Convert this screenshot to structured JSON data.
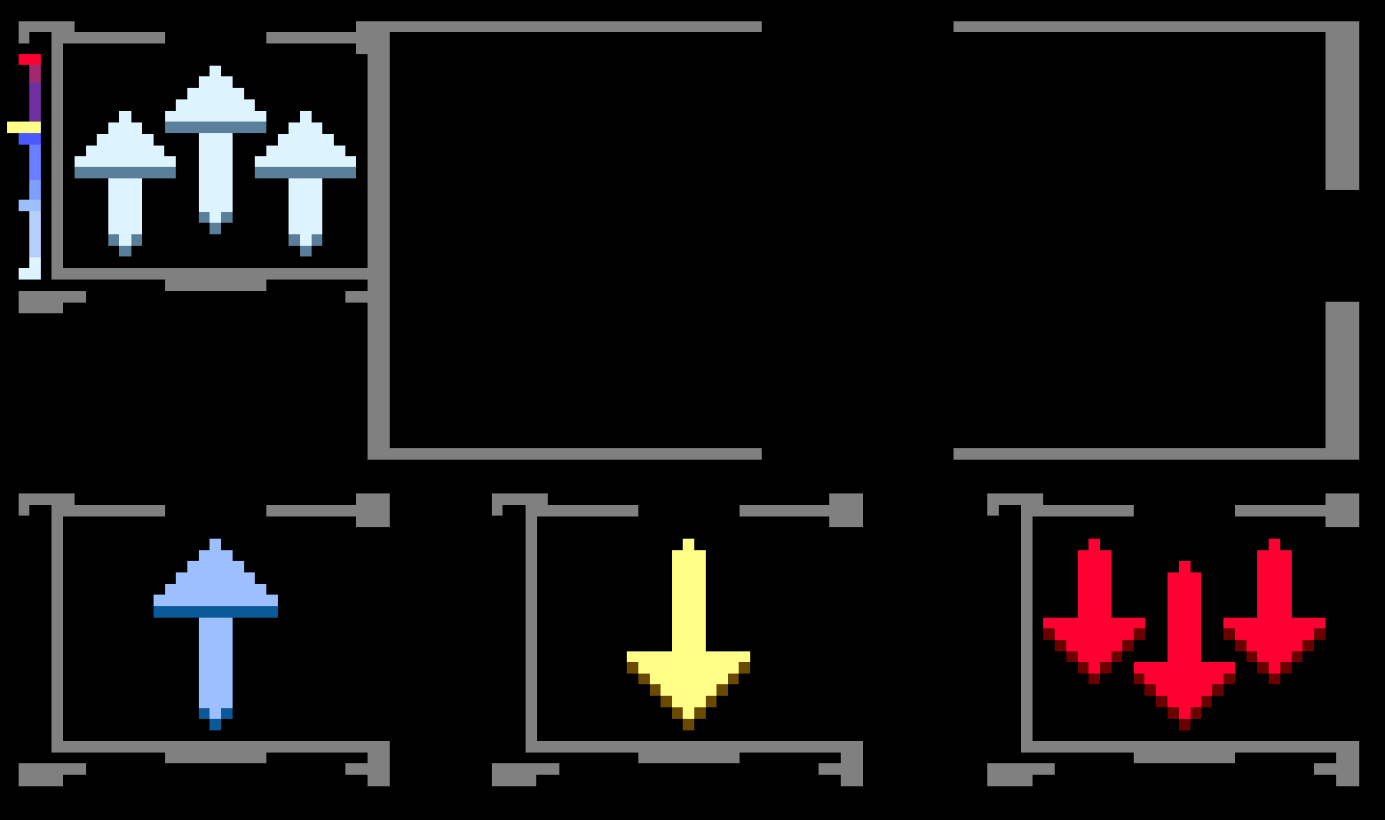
{
  "palette": {
    "frame_gray": "#808080",
    "background": "#000000",
    "white_arrow": "#ddf4ff",
    "white_arrow_shade": "#5a7f9a",
    "blue_arrow": "#9dbfff",
    "blue_arrow_shade": "#0a5a9a",
    "yellow_arrow": "#ffff88",
    "yellow_arrow_shade": "#6a4a00",
    "red_arrow": "#ff0033",
    "red_arrow_shade": "#6a0000",
    "meter_top": "#ff0033",
    "meter_mid": "#7030a0",
    "meter_blue": "#4a5aff",
    "meter_light": "#9dbfff",
    "meter_marker": "#ffff88"
  },
  "panels": [
    {
      "id": "strong-increase",
      "icon": "triple-up-arrow-icon",
      "arrow_color": "white",
      "count": 3,
      "direction": "up"
    },
    {
      "id": "increase",
      "icon": "up-arrow-icon",
      "arrow_color": "blue",
      "count": 1,
      "direction": "up"
    },
    {
      "id": "decrease",
      "icon": "down-arrow-icon",
      "arrow_color": "yellow",
      "count": 1,
      "direction": "down"
    },
    {
      "id": "strong-decrease",
      "icon": "triple-down-arrow-icon",
      "arrow_color": "red",
      "count": 3,
      "direction": "down"
    }
  ],
  "meter": {
    "icon": "level-meter-icon",
    "marker_level": 0.68
  }
}
